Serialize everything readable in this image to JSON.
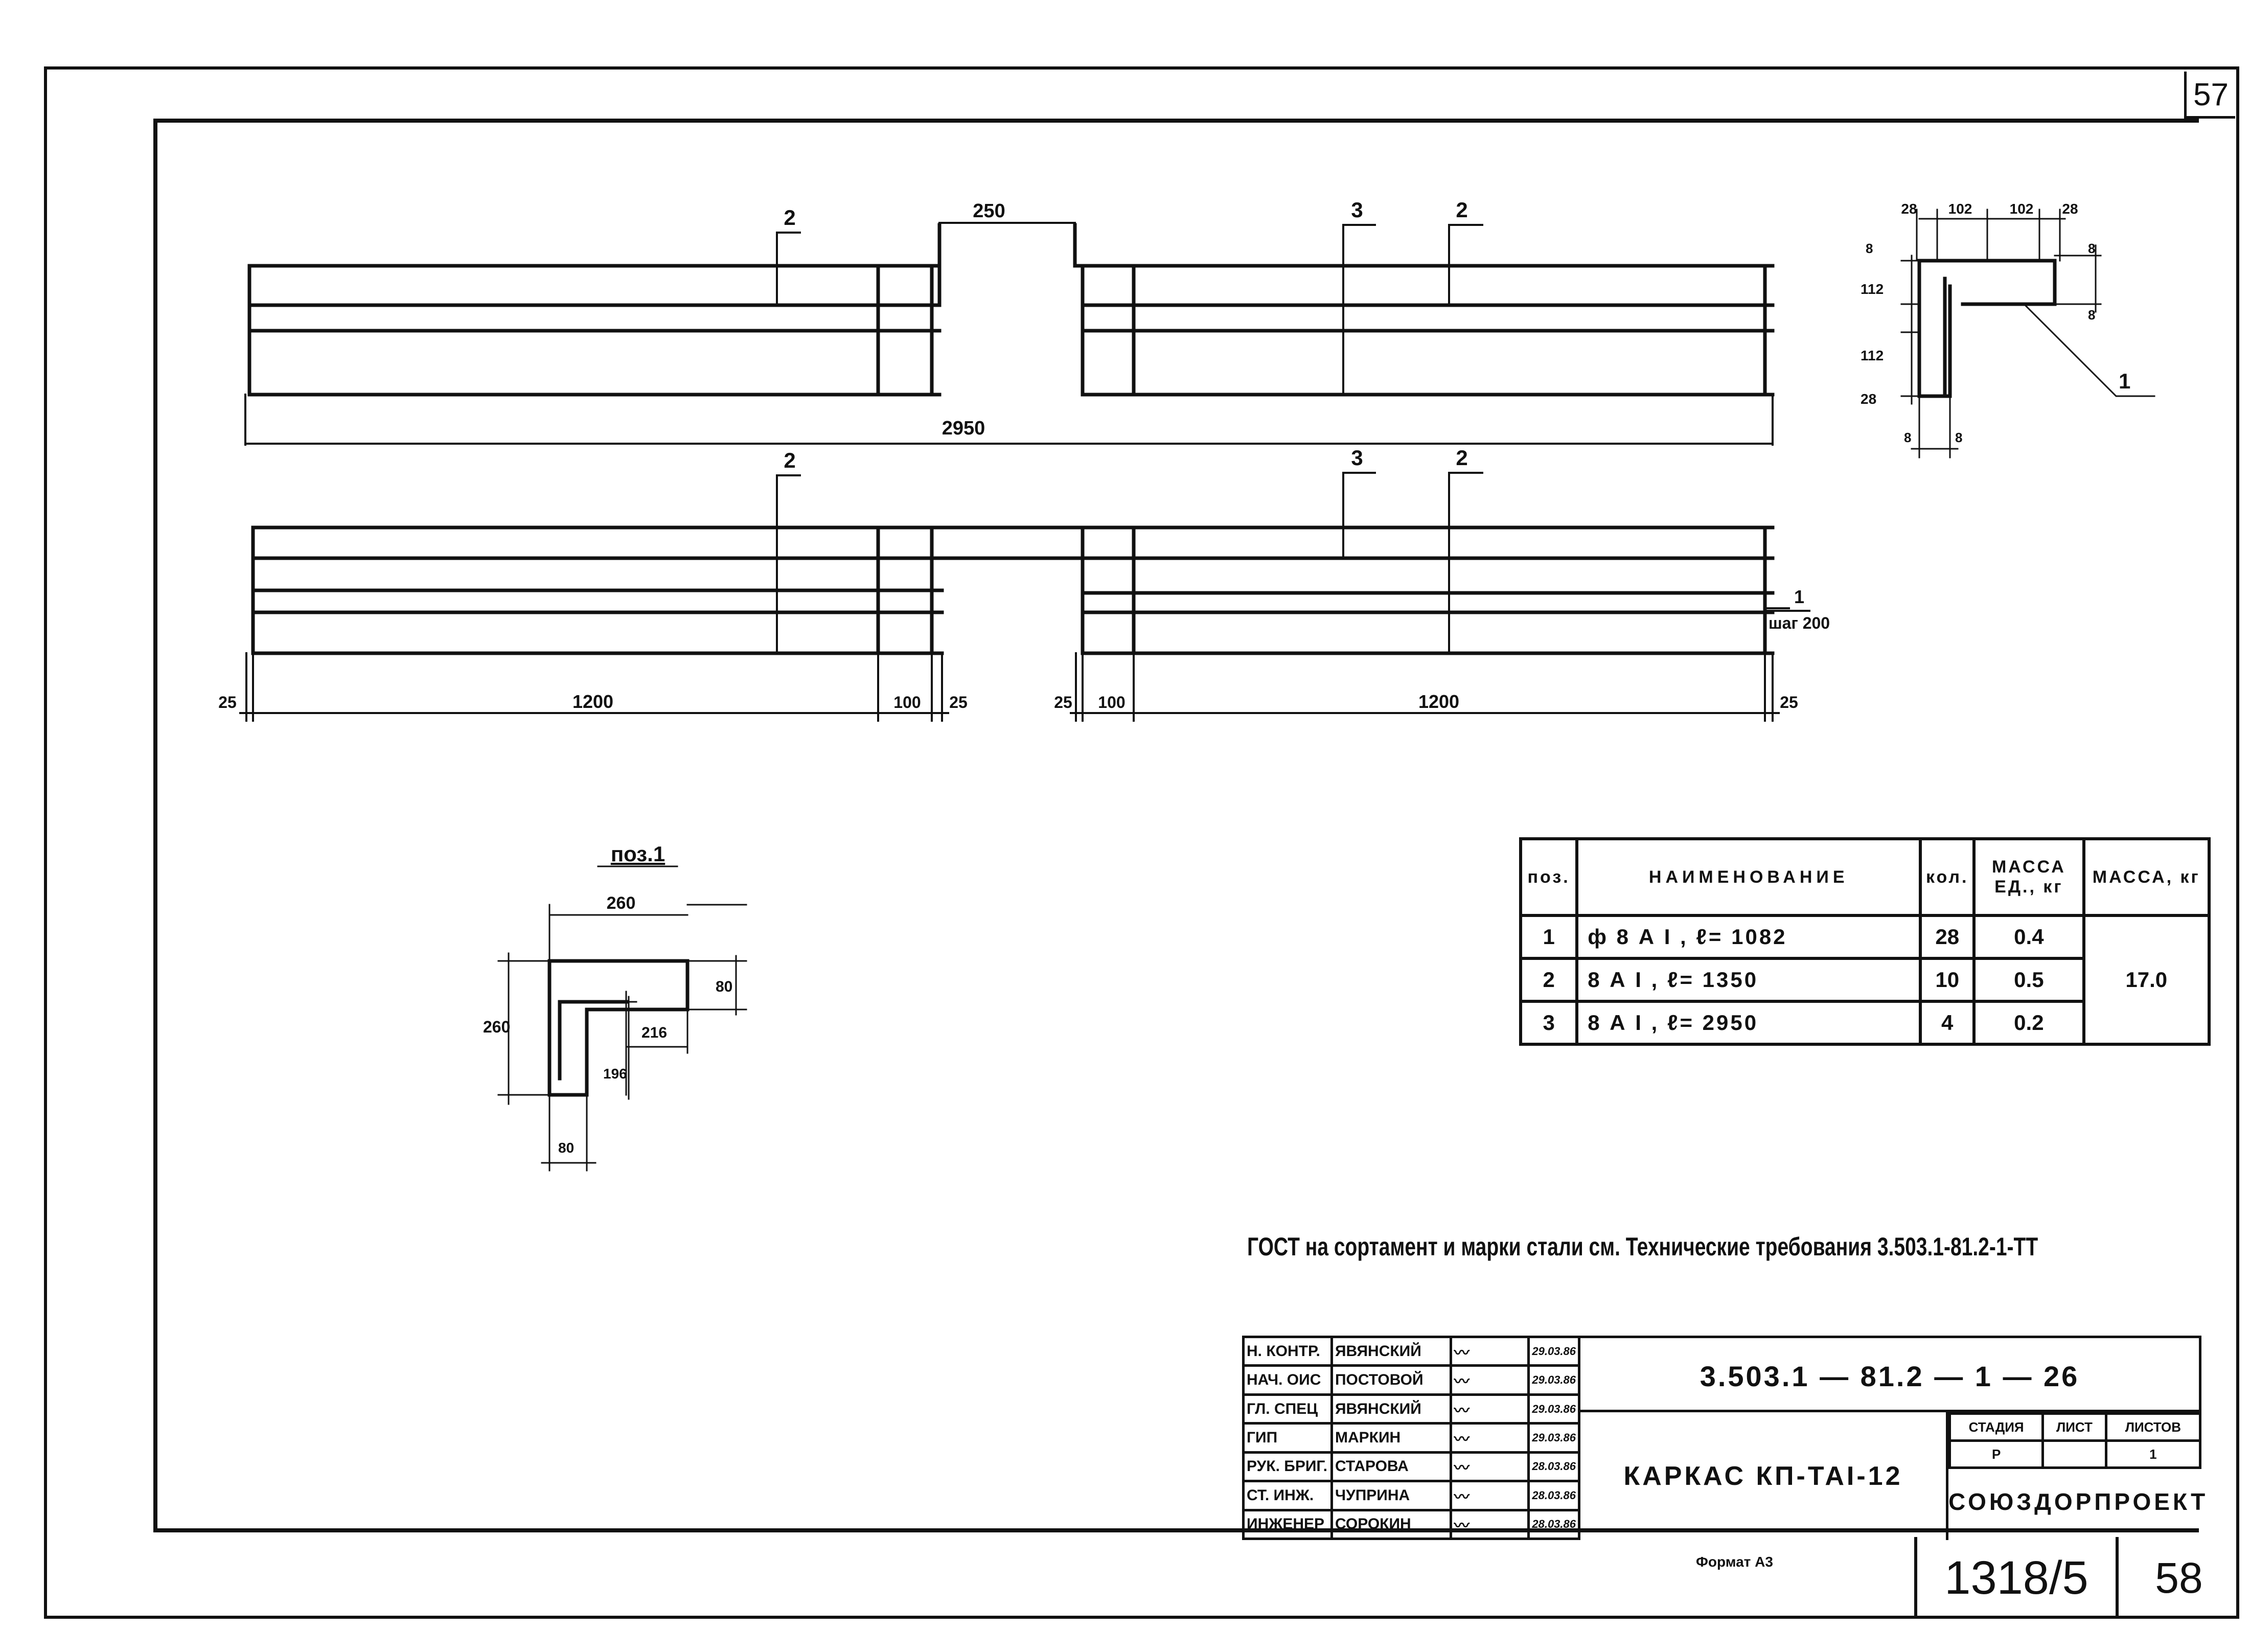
{
  "page_number_top": "57",
  "frame_top": {
    "dims": {
      "d250": "250",
      "d2950": "2950"
    },
    "callouts": {
      "c2a": "2",
      "c3": "3",
      "c2b": "2"
    }
  },
  "frame_bottom": {
    "dims": {
      "d25l": "25",
      "d1200l": "1200",
      "d100l": "100",
      "d25m1": "25",
      "d25m2": "25",
      "d100r": "100",
      "d1200r": "1200",
      "d25r": "25"
    },
    "callouts": {
      "c2a": "2",
      "c3": "3",
      "c2b": "2",
      "c1": "1"
    },
    "step": "шаг 200"
  },
  "section": {
    "dims": {
      "d28a": "28",
      "d102a": "102",
      "d102b": "102",
      "d28b": "28",
      "d8a": "8",
      "d8b": "8",
      "d112": "112",
      "d112b": "112",
      "d28c": "28",
      "d8c": "8",
      "d8d": "8",
      "d8e": "8"
    },
    "callout": "1"
  },
  "detail": {
    "title": "поз.1",
    "dims": {
      "d260": "260",
      "d80a": "80",
      "d216": "216",
      "d260v": "260",
      "d196": "196",
      "d80b": "80"
    }
  },
  "spec_table": {
    "headers": {
      "pos": "поз.",
      "name": "НАИМЕНОВАНИЕ",
      "qty": "кол.",
      "mass_unit": "МАССА ЕД., кг",
      "mass": "МАССА, кг"
    },
    "rows": [
      {
        "pos": "1",
        "name": "ф 8 А I , ℓ= 1082",
        "qty": "28",
        "mass": "0.4"
      },
      {
        "pos": "2",
        "name": "8 А I , ℓ= 1350",
        "qty": "10",
        "mass": "0.5"
      },
      {
        "pos": "3",
        "name": "8 А I , ℓ= 2950",
        "qty": "4",
        "mass": "0.2"
      }
    ],
    "total_mass": "17.0"
  },
  "note": "ГОСТ на сортамент и марки стали см. Технические требования 3.503.1-81.2-1-ТТ",
  "title_block": {
    "signatures": [
      {
        "role": "Н. КОНТР.",
        "name": "ЯВЯНСКИЙ",
        "date": "29.03.86"
      },
      {
        "role": "НАЧ. ОИС",
        "name": "ПОСТОВОЙ",
        "date": "29.03.86"
      },
      {
        "role": "ГЛ. СПЕЦ",
        "name": "ЯВЯНСКИЙ",
        "date": "29.03.86"
      },
      {
        "role": "ГИП",
        "name": "МАРКИН",
        "date": "29.03.86"
      },
      {
        "role": "РУК. БРИГ.",
        "name": "СТАРОВА",
        "date": "28.03.86"
      },
      {
        "role": "СТ. ИНЖ.",
        "name": "ЧУПРИНА",
        "date": "28.03.86"
      },
      {
        "role": "ИНЖЕНЕР",
        "name": "СОРОКИН",
        "date": "28.03.86"
      }
    ],
    "code": "3.503.1 — 81.2 — 1 — 26",
    "title": "КАРКАС КП-ТАI-12",
    "stage_label": "СТАДИЯ",
    "sheet_label": "ЛИСТ",
    "sheets_label": "ЛИСТОВ",
    "stage": "Р",
    "sheet": "",
    "sheets": "1",
    "organization": "СОЮЗДОРПРОЕКТ"
  },
  "format": "Формат А3",
  "archive_number": "1318/5",
  "sheet_number_bottom": "58"
}
